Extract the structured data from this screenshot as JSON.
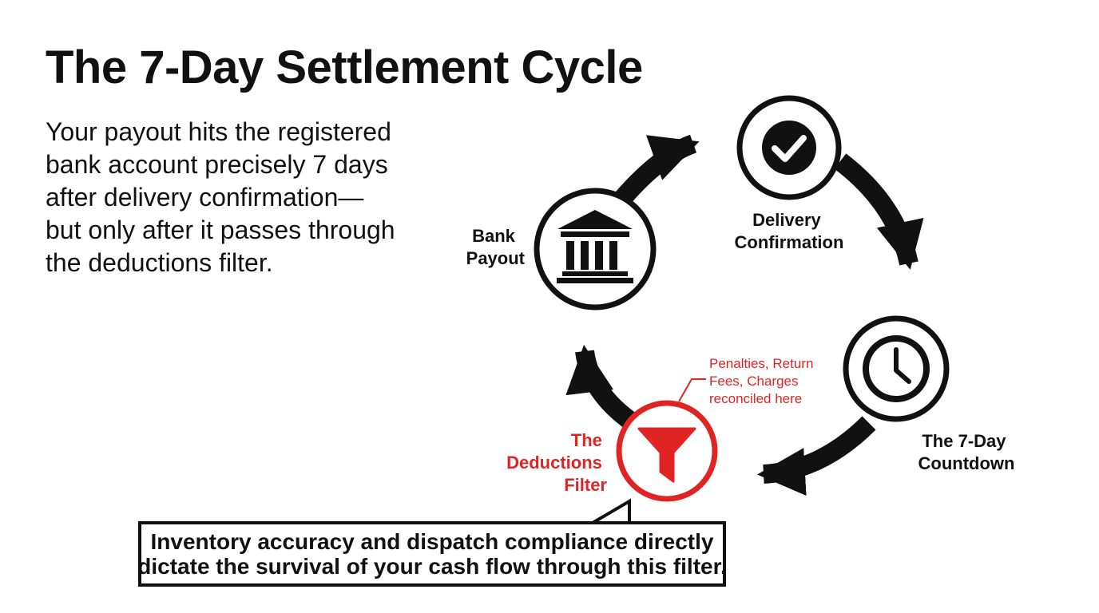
{
  "title": "The 7-Day Settlement Cycle",
  "intro_lines": [
    "Your payout hits the registered",
    "bank account precisely 7 days",
    "after delivery confirmation—",
    "but only after it passes through",
    "the deductions filter."
  ],
  "nodes": {
    "delivery": {
      "label_lines": [
        "Delivery",
        "Confirmation"
      ],
      "icon": "check-circle-icon"
    },
    "countdown": {
      "label_lines": [
        "The 7-Day",
        "Countdown"
      ],
      "icon": "clock-icon"
    },
    "filter": {
      "label_lines": [
        "The",
        "Deductions",
        "Filter"
      ],
      "icon": "funnel-icon"
    },
    "bank": {
      "label_lines": [
        "Bank",
        "Payout"
      ],
      "icon": "bank-icon"
    }
  },
  "filter_note_lines": [
    "Penalties, Return",
    "Fees, Charges",
    "reconciled here"
  ],
  "callout_lines": [
    "Inventory accuracy and dispatch compliance directly",
    "dictate the survival of your cash flow through this filter."
  ],
  "colors": {
    "primary": "#111111",
    "accent": "#e02424",
    "background": "#ffffff"
  }
}
